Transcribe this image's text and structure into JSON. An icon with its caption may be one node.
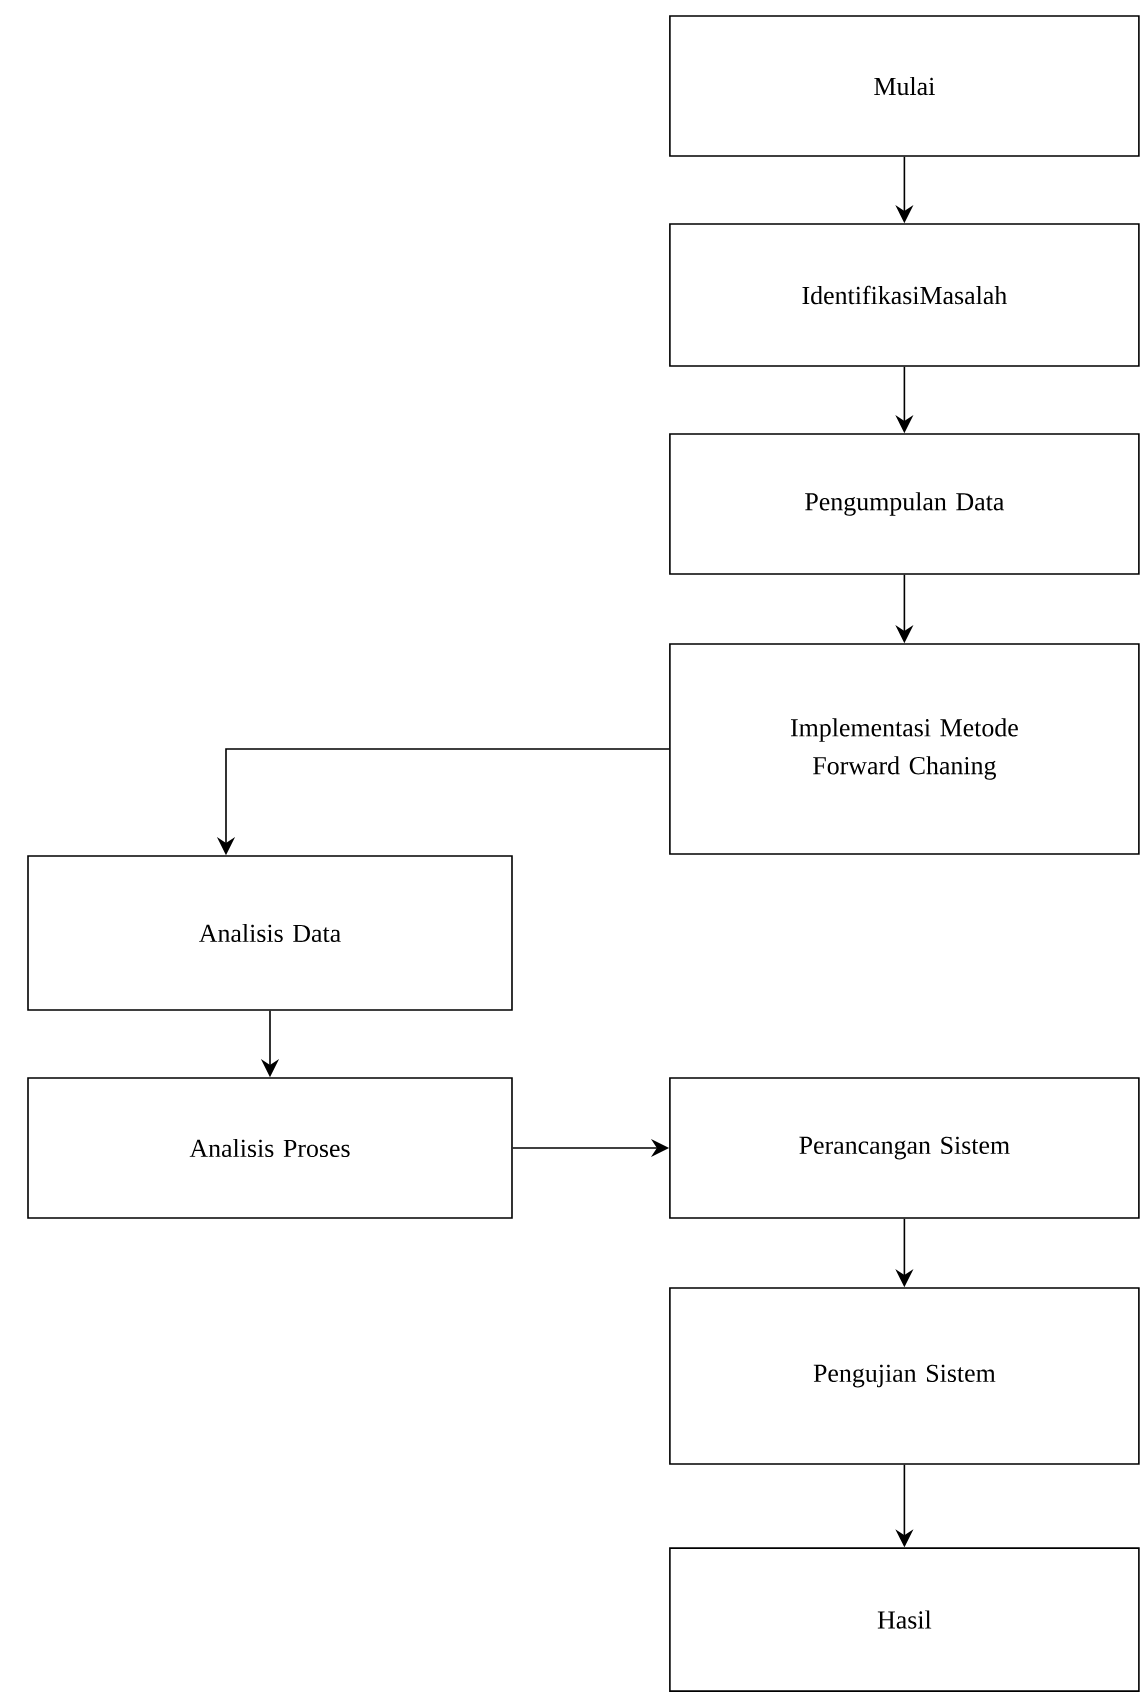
{
  "diagram": {
    "nodes": [
      {
        "text": [
          "Mulai"
        ]
      },
      {
        "text": [
          "IdentifikasiMasalah"
        ]
      },
      {
        "text": [
          "Pengumpulan Data"
        ]
      },
      {
        "text": [
          "Implementasi Metode Forward Chaning"
        ]
      },
      {
        "text": [
          "Analisis Data"
        ]
      },
      {
        "text": [
          "Analisis Proses"
        ]
      },
      {
        "text": [
          "Perancangan Sistem"
        ]
      },
      {
        "text": [
          "Pengujian Sistem"
        ]
      },
      {
        "text": [
          "Hasil"
        ]
      }
    ],
    "edges": [
      {
        "from": 0,
        "to": 1,
        "arrow": "to"
      },
      {
        "from": 1,
        "to": 2,
        "arrow": "to"
      },
      {
        "from": 2,
        "to": 3,
        "arrow": "to"
      },
      {
        "from": 3,
        "to": 4,
        "arrow": "to"
      },
      {
        "from": 4,
        "to": 5,
        "arrow": "to"
      },
      {
        "from": 5,
        "to": 6,
        "arrow": "to"
      },
      {
        "from": 6,
        "to": 7,
        "arrow": "to"
      },
      {
        "from": 7,
        "to": 8,
        "arrow": "to"
      }
    ]
  }
}
